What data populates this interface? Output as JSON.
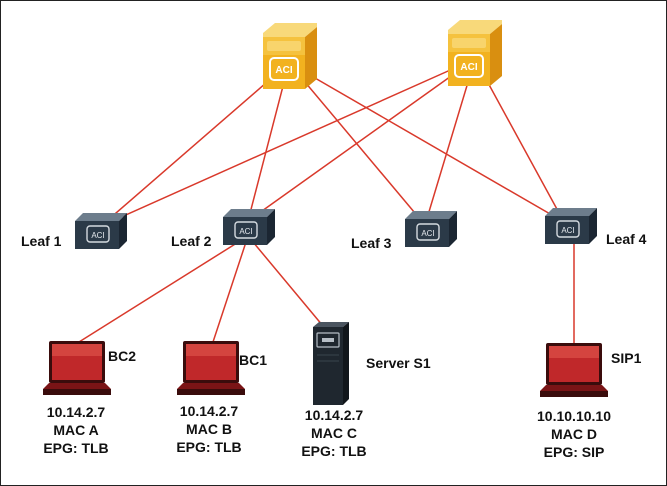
{
  "spines": [
    {
      "id": "spine-1",
      "icon_text": "ACI"
    },
    {
      "id": "spine-2",
      "icon_text": "ACI"
    }
  ],
  "leaves": [
    {
      "id": "leaf-1",
      "label": "Leaf 1",
      "icon_text": "ACI"
    },
    {
      "id": "leaf-2",
      "label": "Leaf 2",
      "icon_text": "ACI"
    },
    {
      "id": "leaf-3",
      "label": "Leaf 3",
      "icon_text": "ACI"
    },
    {
      "id": "leaf-4",
      "label": "Leaf 4",
      "icon_text": "ACI"
    }
  ],
  "endpoints": [
    {
      "id": "bc2",
      "name": "BC2",
      "ip": "10.14.2.7",
      "mac": "MAC A",
      "epg": "EPG: TLB",
      "kind": "laptop",
      "leaf": "leaf-2"
    },
    {
      "id": "bc1",
      "name": "BC1",
      "ip": "10.14.2.7",
      "mac": "MAC B",
      "epg": "EPG: TLB",
      "kind": "laptop",
      "leaf": "leaf-2"
    },
    {
      "id": "server-s1",
      "name": "Server S1",
      "ip": "10.14.2.7",
      "mac": "MAC C",
      "epg": "EPG: TLB",
      "kind": "server",
      "leaf": "leaf-2"
    },
    {
      "id": "sip1",
      "name": "SIP1",
      "ip": "10.10.10.10",
      "mac": "MAC D",
      "epg": "EPG: SIP",
      "kind": "laptop",
      "leaf": "leaf-4"
    }
  ],
  "colors": {
    "link": "#d9392b",
    "spine_body": "#f2b21f",
    "leaf_body": "#2b3a48",
    "laptop_body": "#c0282a"
  }
}
